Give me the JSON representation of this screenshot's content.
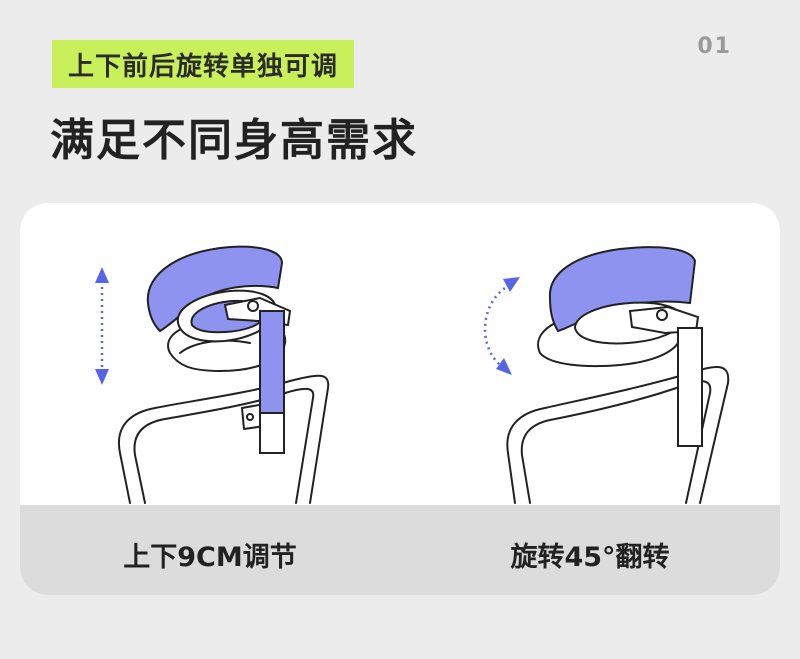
{
  "tag_label": "上下前后旋转单独可调",
  "page_number": "01",
  "headline": "满足不同身高需求",
  "panels": [
    {
      "caption": "上下9CM调节",
      "icon": "vertical-double-arrow-icon"
    },
    {
      "caption": "旋转45°翻转",
      "icon": "curved-rotate-arrow-icon"
    }
  ],
  "colors": {
    "accent_green": "#c9f05a",
    "highlight_purple": "#8f93f0",
    "arrow_blue": "#5565e8"
  }
}
